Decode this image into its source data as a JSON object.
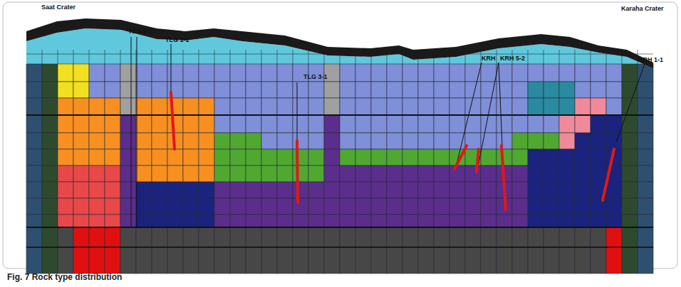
{
  "diagram": {
    "caption": "Fig. 7 Rock type distribution",
    "labels": [
      "Saat Crater",
      "TLG 2-1",
      "TLG 1-1",
      "TLG 3-1",
      "KRH",
      "KRH 5-2",
      "Karaha Crater",
      "KRH 1-1"
    ]
  }
}
